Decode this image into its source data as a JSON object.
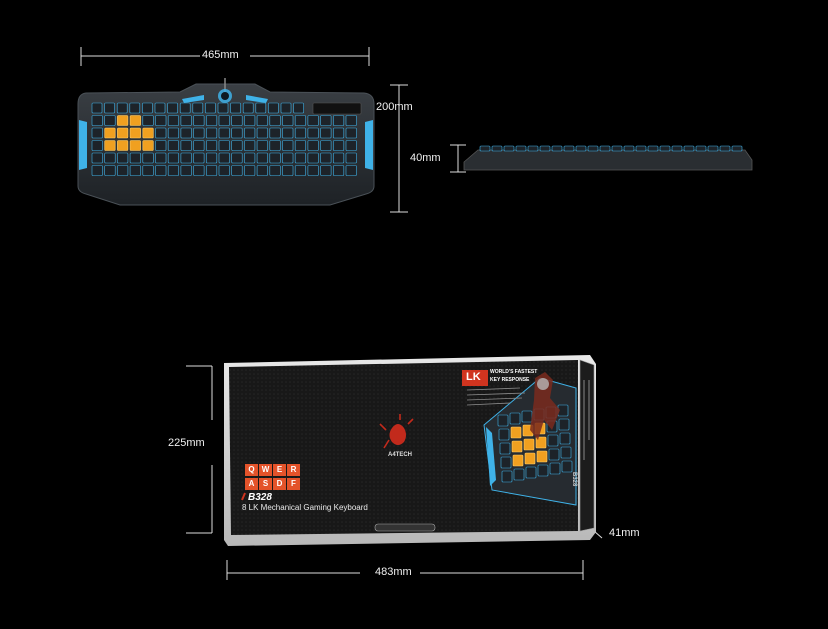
{
  "dimensions": {
    "width_top": "465mm",
    "depth_top": "200mm",
    "height_side": "40mm",
    "box_height": "225mm",
    "box_width": "483mm",
    "box_depth": "41mm"
  },
  "box": {
    "model": "B328",
    "subtitle": "8 LK Mechanical Gaming Keyboard",
    "keys_row1": [
      "Q",
      "W",
      "E",
      "R"
    ],
    "keys_row2": [
      "A",
      "S",
      "D",
      "F"
    ],
    "brand": "A4TECH",
    "badge": "LK",
    "badge_line1": "WORLD'S FASTEST",
    "badge_line2": "KEY RESPONSE",
    "side_model": "B328"
  },
  "colors": {
    "background": "#000000",
    "keyboard_body": "#2b2f33",
    "backlight": "#3fb2e8",
    "orange_keys": "#f0a020",
    "accent_red": "#d0341f"
  }
}
